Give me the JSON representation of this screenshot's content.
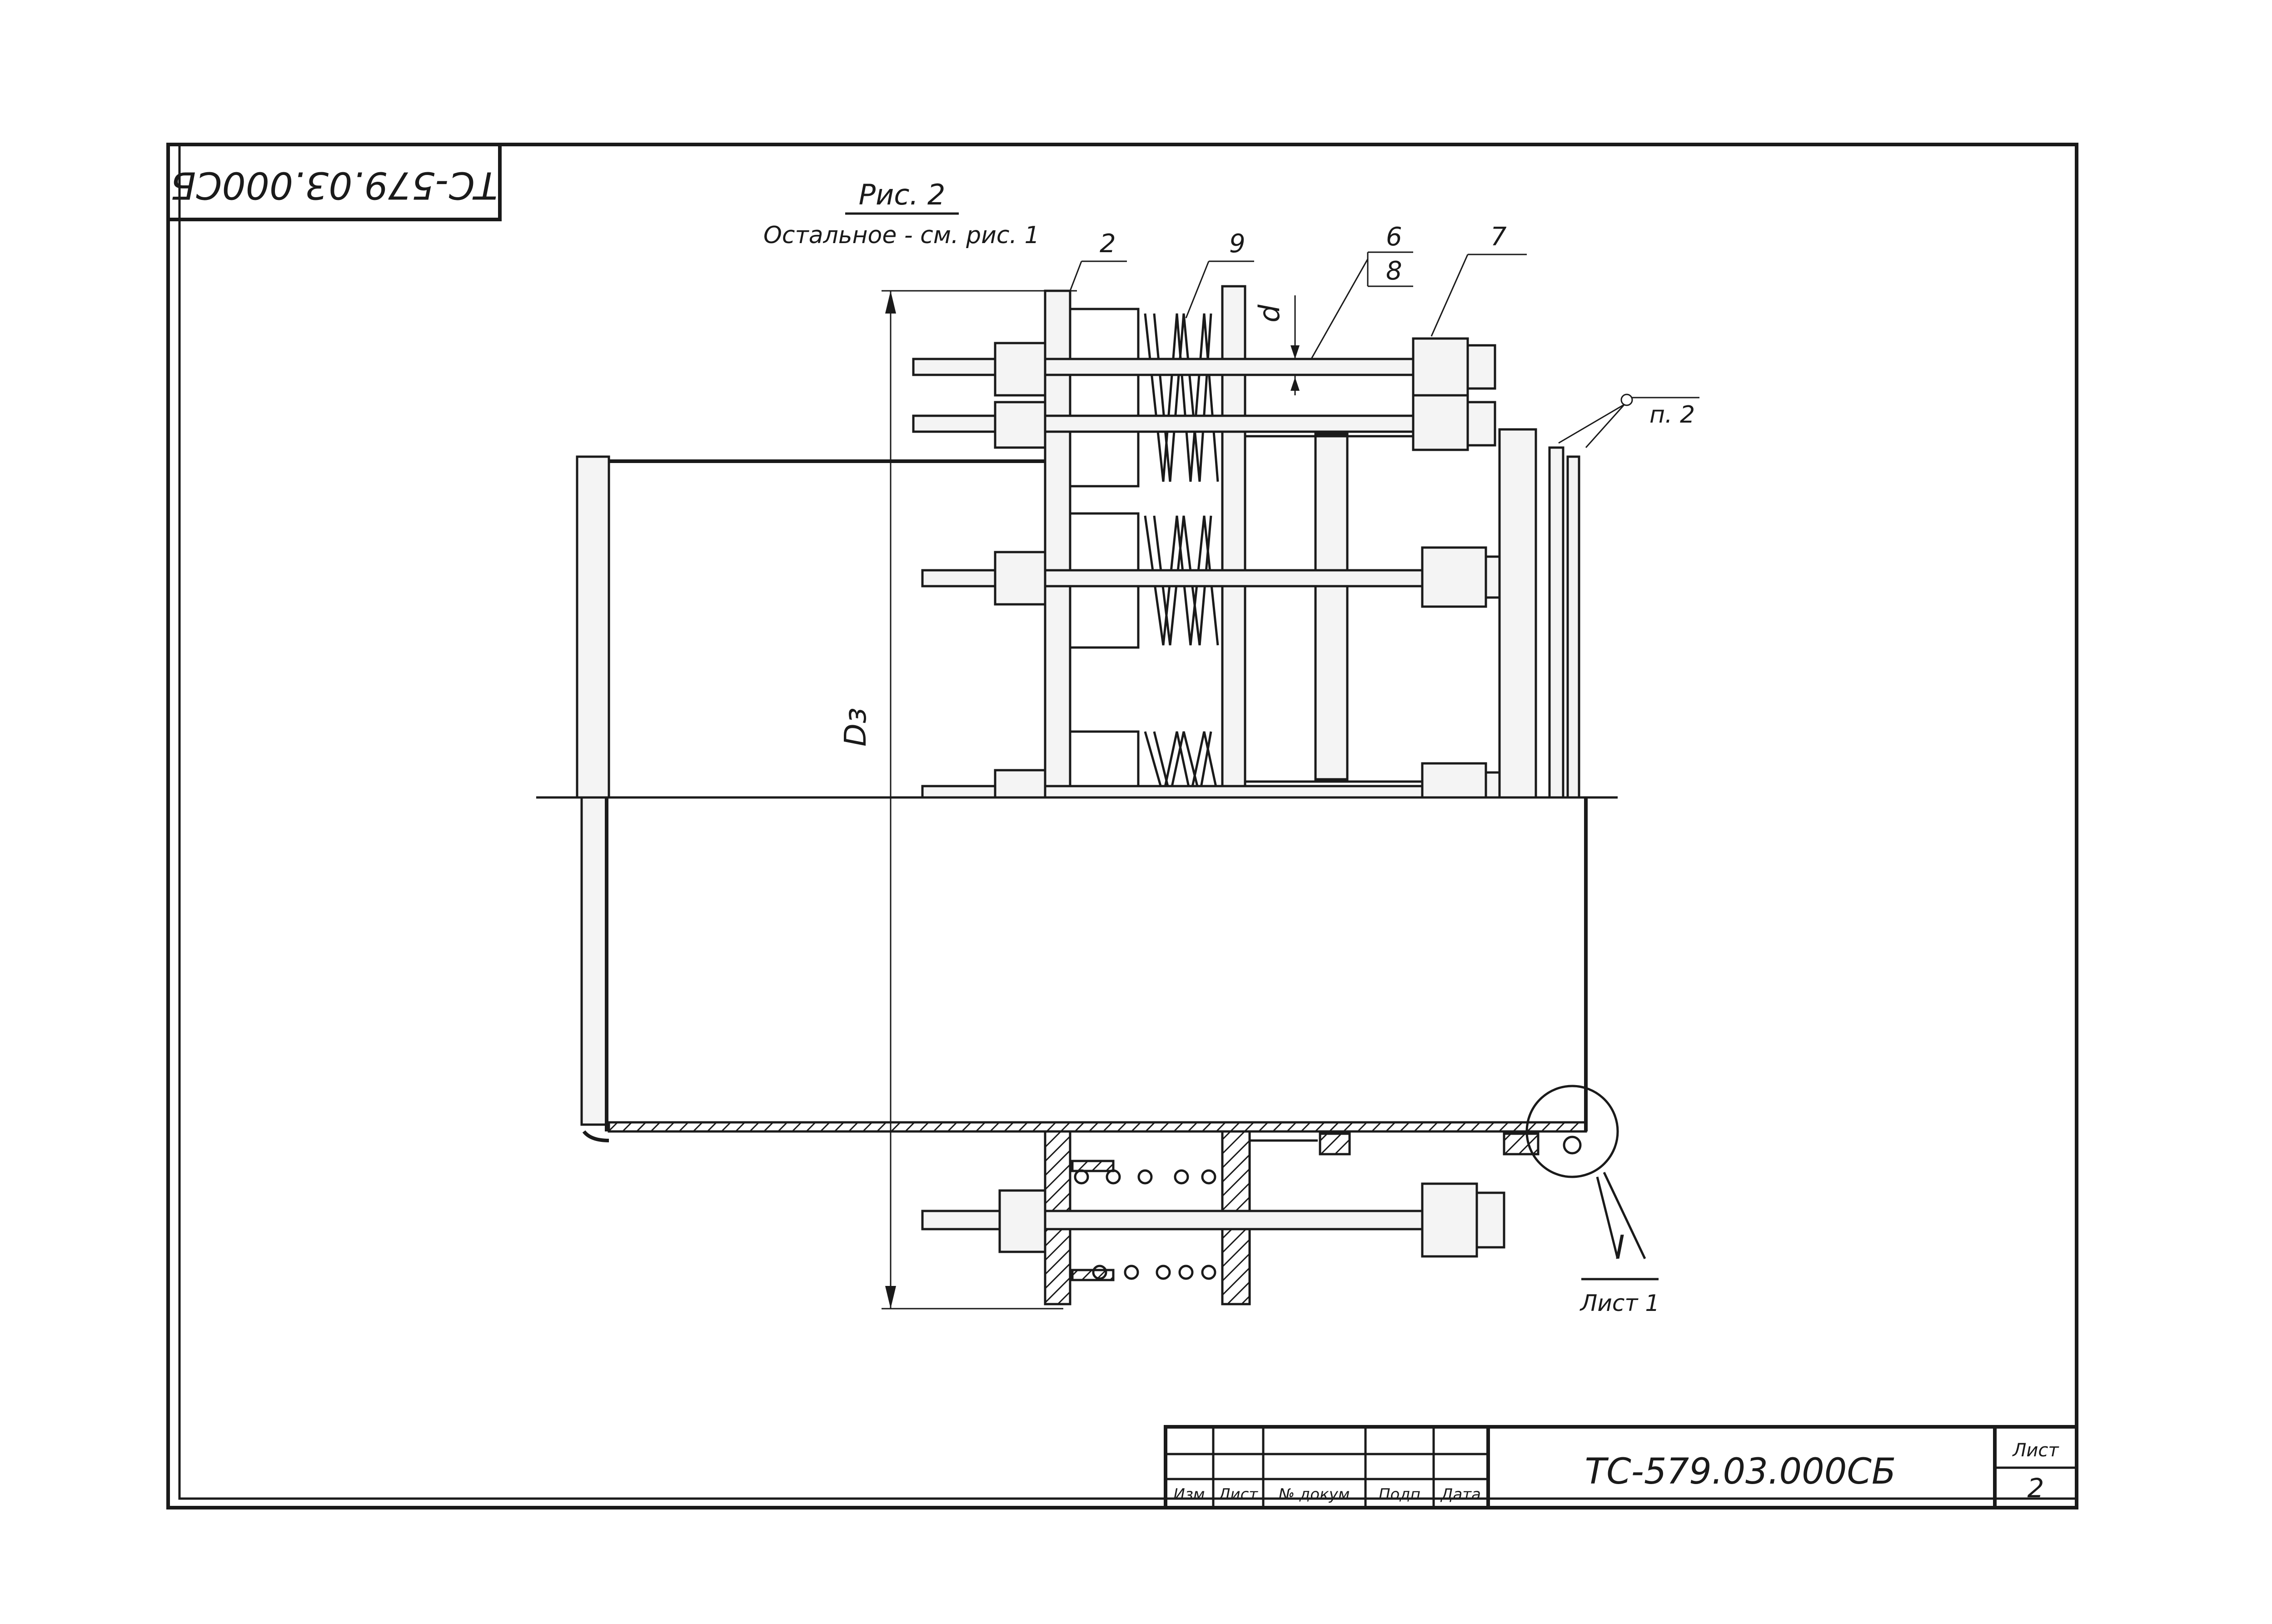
{
  "drawing": {
    "designation": "ТС-579.03.000СБ",
    "designation_rotated": "ТС-579.03.000СБ",
    "figure_caption": "Рис. 2",
    "figure_note": "Остальное - см. рис. 1",
    "dimension_diameter": "Dз",
    "dimension_d": "d",
    "detail_reference": "п. 2",
    "view_marker": "I",
    "view_sheet": "Лист 1"
  },
  "callouts": {
    "c2": "2",
    "c9": "9",
    "c6": "6",
    "c8": "8",
    "c7": "7"
  },
  "title_block": {
    "columns": [
      "Изм",
      "Лист",
      "№ докум",
      "Подп",
      "Дата"
    ],
    "sheet_label": "Лист",
    "sheet_number": "2"
  }
}
